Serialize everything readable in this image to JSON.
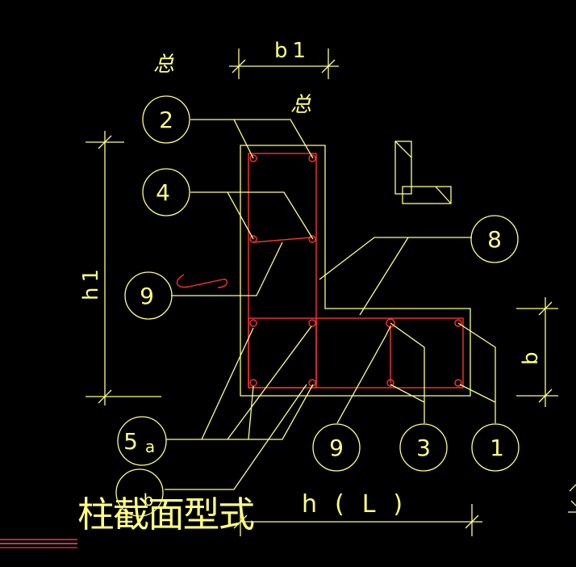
{
  "labels": {
    "zong_top": "总",
    "zong_mid": "总",
    "b1": "b1",
    "h1": "h1",
    "b": "b",
    "hL": "h(L)",
    "title": "柱截面型式"
  },
  "bubbles": {
    "n2": "2",
    "n4": "4",
    "n9_left": "9",
    "n8": "8",
    "n5a": "5",
    "n5a_sub": "a",
    "n5b_sub": "b",
    "n9_bottom": "9",
    "n3": "3",
    "n1": "1"
  },
  "colors": {
    "background": "#000000",
    "lines": "#ffff80",
    "rebar": "#ff3030"
  }
}
